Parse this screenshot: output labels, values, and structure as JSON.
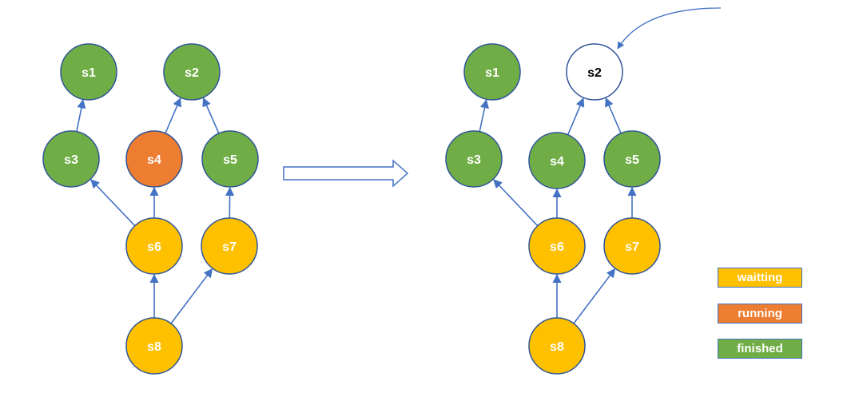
{
  "colors": {
    "waiting": "#ffc000",
    "running": "#ed7d31",
    "finished": "#70ad47",
    "blank": "#ffffff",
    "edge": "#4472c4",
    "node_border": "#2f5597"
  },
  "left_graph": {
    "nodes": [
      {
        "id": "s1",
        "label": "s1",
        "state": "finished"
      },
      {
        "id": "s2",
        "label": "s2",
        "state": "finished"
      },
      {
        "id": "s3",
        "label": "s3",
        "state": "finished"
      },
      {
        "id": "s4",
        "label": "s4",
        "state": "running"
      },
      {
        "id": "s5",
        "label": "s5",
        "state": "finished"
      },
      {
        "id": "s6",
        "label": "s6",
        "state": "waiting"
      },
      {
        "id": "s7",
        "label": "s7",
        "state": "waiting"
      },
      {
        "id": "s8",
        "label": "s8",
        "state": "waiting"
      }
    ],
    "edges": [
      {
        "from": "s3",
        "to": "s1"
      },
      {
        "from": "s4",
        "to": "s2"
      },
      {
        "from": "s5",
        "to": "s2"
      },
      {
        "from": "s6",
        "to": "s3"
      },
      {
        "from": "s6",
        "to": "s4"
      },
      {
        "from": "s7",
        "to": "s5"
      },
      {
        "from": "s8",
        "to": "s6"
      },
      {
        "from": "s8",
        "to": "s7"
      }
    ]
  },
  "right_graph": {
    "nodes": [
      {
        "id": "s1",
        "label": "s1",
        "state": "finished"
      },
      {
        "id": "s2",
        "label": "s2",
        "state": "blank"
      },
      {
        "id": "s3",
        "label": "s3",
        "state": "finished"
      },
      {
        "id": "s4",
        "label": "s4",
        "state": "finished"
      },
      {
        "id": "s5",
        "label": "s5",
        "state": "finished"
      },
      {
        "id": "s6",
        "label": "s6",
        "state": "waiting"
      },
      {
        "id": "s7",
        "label": "s7",
        "state": "waiting"
      },
      {
        "id": "s8",
        "label": "s8",
        "state": "waiting"
      }
    ],
    "edges": [
      {
        "from": "s3",
        "to": "s1"
      },
      {
        "from": "s4",
        "to": "s2"
      },
      {
        "from": "s5",
        "to": "s2"
      },
      {
        "from": "s6",
        "to": "s3"
      },
      {
        "from": "s6",
        "to": "s4"
      },
      {
        "from": "s7",
        "to": "s5"
      },
      {
        "from": "s8",
        "to": "s6"
      },
      {
        "from": "s8",
        "to": "s7"
      }
    ],
    "incoming_arrow_target": "s2"
  },
  "legend": [
    {
      "label": "waitting",
      "state": "waiting"
    },
    {
      "label": "running",
      "state": "running"
    },
    {
      "label": "finished",
      "state": "finished"
    }
  ]
}
